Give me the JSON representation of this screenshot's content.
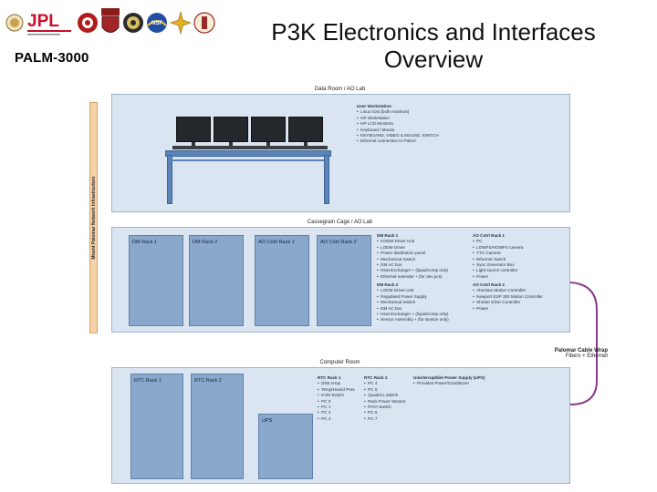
{
  "header": {
    "title_line1": "P3K Electronics and Interfaces",
    "title_line2": "Overview",
    "project": "PALM-3000",
    "logos": [
      "caltech-seal-logo",
      "jpl-logo",
      "cornell-seal-logo",
      "caltech-shield-logo",
      "palomar-seal-logo",
      "nsf-logo",
      "keck-star-logo",
      "college-seal-logo"
    ]
  },
  "diagram": {
    "side_bar_label": "Mount Palomar Network Infrastructure",
    "data_room": {
      "title": "Data Room / AO Lab",
      "heading": "User Workstation",
      "items": [
        "Linux host (both monitors)",
        "HP Workstation",
        "HP LCD Monitors",
        "Keyboard / Mouse",
        "KEYBOARD, VIDEO & MOUSE, SWITCH",
        "Ethernet connection to PalAO"
      ]
    },
    "cass_cage": {
      "title": "Cassegrain Cage / AO Lab",
      "racks": [
        "DM Rack 1",
        "DM Rack 2",
        "AO Cntrl Rack 1",
        "AO Cntrl Rack 2"
      ],
      "dm_rack1": {
        "heading": "DM Rack 1",
        "items": [
          "HODM Driver Unit",
          "LODM Driver",
          "Power distribution panel",
          "Mechanical Switch",
          "DM AC box",
          "Heat Exchanger + (liquid/comp only)",
          "Ethernet extender + (for dev pcs)"
        ]
      },
      "dm_rack2": {
        "heading": "DM Rack 2",
        "items": [
          "LODM Driver Unit",
          "Regulated Power Supply",
          "Mechanical Switch",
          "DM AC box",
          "Heat Exchanger + (liquid/comp only)",
          "Sensor Assembly + (for Boston only)"
        ]
      },
      "ao_rack1": {
        "heading": "AO Cntrl Rack 1",
        "items": [
          "PC",
          "LOWFS/HOWFS camera",
          "TTC Camera",
          "Ethernet Switch",
          "Sync Generator Box",
          "Light source controller",
          "Power"
        ]
      },
      "ao_rack2": {
        "heading": "AO Cntrl Rack 2",
        "items": [
          "Absolute Motion Controller",
          "Newport ESP 300 Motion Controller",
          "Shutter Drive Controller",
          "Power"
        ]
      }
    },
    "cable_wrap": {
      "line1": "Palomar Cable Wrap",
      "line2": "Fibers + Ethernet"
    },
    "computer_room": {
      "title": "Computer Room",
      "racks": [
        "RTC Rack 1",
        "RTC Rack 2"
      ],
      "ups": "UPS",
      "rtc_rack1": {
        "heading": "RTC Rack 1",
        "items": [
          "Disk Array",
          "Temp/Humid Pres",
          "KVM Switch",
          "PC 0",
          "PC 1",
          "PC 2",
          "PC 3"
        ]
      },
      "rtc_rack2": {
        "heading": "RTC Rack 2",
        "items": [
          "PC 4",
          "PC 5",
          "Quadrics Switch",
          "Rack Power Monitor",
          "PATA Switch",
          "PC 6",
          "PC 7"
        ]
      },
      "ups_info": {
        "heading": "Uninterruptible Power Supply (UPS)",
        "items": [
          "Provides Power/Conditioner"
        ]
      }
    }
  }
}
